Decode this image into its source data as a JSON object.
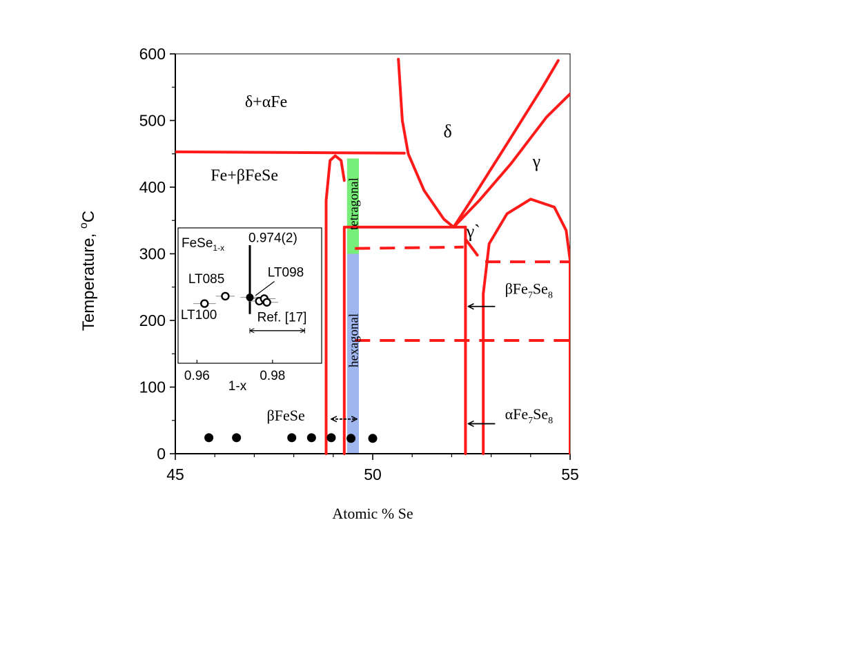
{
  "chart_data": {
    "type": "line",
    "xlabel": "Atomic % Se",
    "ylabel": "Temperature,",
    "ylabel_unit": "oC",
    "xlim": [
      45,
      55
    ],
    "ylim": [
      0,
      600
    ],
    "x_ticks": [
      "45",
      "50",
      "55"
    ],
    "y_ticks": [
      "0",
      "100",
      "200",
      "300",
      "400",
      "500",
      "600"
    ],
    "grid": false,
    "phase_boundaries": [
      {
        "style": "solid",
        "points": [
          [
            45,
            453
          ],
          [
            50.8,
            451
          ]
        ]
      },
      {
        "style": "solid",
        "points": [
          [
            50.65,
            592
          ],
          [
            50.75,
            500
          ],
          [
            50.9,
            450
          ],
          [
            51.3,
            395
          ],
          [
            51.8,
            352
          ],
          [
            52.05,
            340
          ]
        ]
      },
      {
        "style": "solid",
        "points": [
          [
            52.05,
            340
          ],
          [
            52.6,
            390
          ],
          [
            53.4,
            465
          ],
          [
            54.3,
            550
          ],
          [
            54.7,
            590
          ]
        ]
      },
      {
        "style": "solid",
        "points": [
          [
            52.05,
            340
          ],
          [
            52.7,
            380
          ],
          [
            53.5,
            435
          ],
          [
            54.4,
            505
          ],
          [
            55,
            540
          ]
        ]
      },
      {
        "style": "solid",
        "points": [
          [
            48.82,
            0
          ],
          [
            48.82,
            380
          ],
          [
            48.92,
            440
          ],
          [
            49.05,
            447
          ],
          [
            49.2,
            440
          ],
          [
            49.28,
            410
          ]
        ]
      },
      {
        "style": "solid",
        "points": [
          [
            49.28,
            0
          ],
          [
            49.28,
            340
          ],
          [
            52.35,
            340
          ]
        ]
      },
      {
        "style": "solid",
        "points": [
          [
            52.35,
            0
          ],
          [
            52.35,
            340
          ]
        ]
      },
      {
        "style": "solid",
        "points": [
          [
            52.35,
            322
          ],
          [
            52.65,
            298
          ]
        ]
      },
      {
        "style": "solid",
        "points": [
          [
            52.8,
            0
          ],
          [
            52.8,
            240
          ],
          [
            52.95,
            315
          ],
          [
            53.4,
            360
          ],
          [
            54.0,
            382
          ],
          [
            54.6,
            370
          ],
          [
            54.9,
            335
          ],
          [
            55,
            290
          ],
          [
            55,
            0
          ]
        ]
      },
      {
        "style": "dashed",
        "points": [
          [
            49.55,
            308
          ],
          [
            52.3,
            310
          ]
        ]
      },
      {
        "style": "dashed",
        "points": [
          [
            52.85,
            288
          ],
          [
            55,
            288
          ]
        ]
      },
      {
        "style": "dashed",
        "points": [
          [
            49.55,
            170
          ],
          [
            55,
            170
          ]
        ]
      }
    ],
    "bands": [
      {
        "name": "tetragonal",
        "x": [
          49.35,
          49.65
        ],
        "y": [
          300,
          443
        ],
        "color": "#77ee77"
      },
      {
        "name": "hexagonal",
        "x": [
          49.35,
          49.65
        ],
        "y": [
          0,
          300
        ],
        "color": "#9fb7ee"
      }
    ],
    "sample_points": {
      "x": [
        45.85,
        46.55,
        47.95,
        48.45,
        48.95,
        49.45,
        50.0
      ],
      "y": [
        24,
        24,
        24,
        24,
        24,
        23,
        23
      ]
    },
    "region_labels": [
      {
        "text": "δ+αFe",
        "x": 47.3,
        "y": 520
      },
      {
        "text": "Fe+βFeSe",
        "x": 46.75,
        "y": 410
      },
      {
        "text": "δ",
        "x": 51.9,
        "y": 475
      },
      {
        "text": "γ",
        "x": 54.15,
        "y": 430
      },
      {
        "text": "γ`",
        "x": 52.55,
        "y": 325
      }
    ],
    "annotations": [
      {
        "text": "βFe7Se8",
        "main": "βFe",
        "sub1": "7",
        "mid": "Se",
        "sub2": "8",
        "label_x": 53.35,
        "label_y": 240,
        "arrow_from": [
          53.1,
          221
        ],
        "arrow_to": [
          52.42,
          221
        ]
      },
      {
        "text": "αFe7Se8",
        "main": "αFe",
        "sub1": "7",
        "mid": "Se",
        "sub2": "8",
        "label_x": 53.35,
        "label_y": 52,
        "arrow_from": [
          53.1,
          45
        ],
        "arrow_to": [
          52.42,
          45
        ]
      },
      {
        "text": "βFeSe",
        "label_x": 47.8,
        "label_y": 50,
        "arrow_from": [
          48.95,
          52
        ],
        "arrow_to": [
          49.6,
          52
        ]
      }
    ],
    "inset": {
      "title": "FeSe",
      "title_sub": "1-x",
      "xlabel": "1-x",
      "xlim": [
        0.955,
        0.993
      ],
      "ylim": [
        100,
        320
      ],
      "x_ticks": [
        "0.96",
        "0.98"
      ],
      "vline_x": 0.974,
      "vline_label": "0.974(2)",
      "open_points": [
        {
          "x": 0.962,
          "y": 197,
          "err": 0.003
        },
        {
          "x": 0.9675,
          "y": 209,
          "err": 0.0025
        },
        {
          "x": 0.9765,
          "y": 201,
          "err": 0.003
        },
        {
          "x": 0.9778,
          "y": 205,
          "err": 0.003
        },
        {
          "x": 0.9785,
          "y": 199,
          "err": 0.003
        }
      ],
      "filled_point": {
        "x": 0.974,
        "y": 207,
        "err": 0.0025
      },
      "labels": [
        {
          "text": "LT085",
          "x": 0.9625,
          "y": 230
        },
        {
          "text": "LT098",
          "x": 0.9835,
          "y": 241
        },
        {
          "text": "LT100",
          "x": 0.9605,
          "y": 172
        },
        {
          "text": "Ref. [17]",
          "x": 0.9825,
          "y": 168
        }
      ],
      "ref_bar": [
        0.974,
        0.9885
      ],
      "ref_bar_y": 153
    },
    "colors": {
      "boundary": "#ff1a1a",
      "tetragonal": "#77ee77",
      "hexagonal": "#9fb7ee"
    }
  }
}
